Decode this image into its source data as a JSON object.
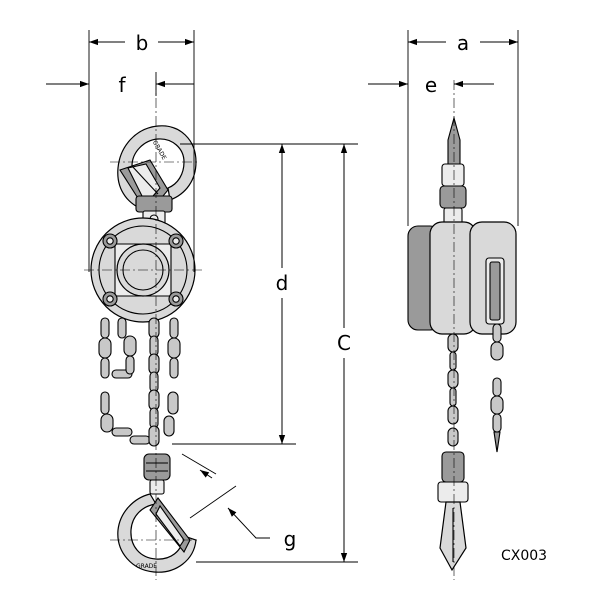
{
  "drawing_code": "CX003",
  "dimensions": {
    "a": "a",
    "b": "b",
    "c": "C",
    "d": "d",
    "e": "e",
    "f": "f",
    "g": "g"
  }
}
